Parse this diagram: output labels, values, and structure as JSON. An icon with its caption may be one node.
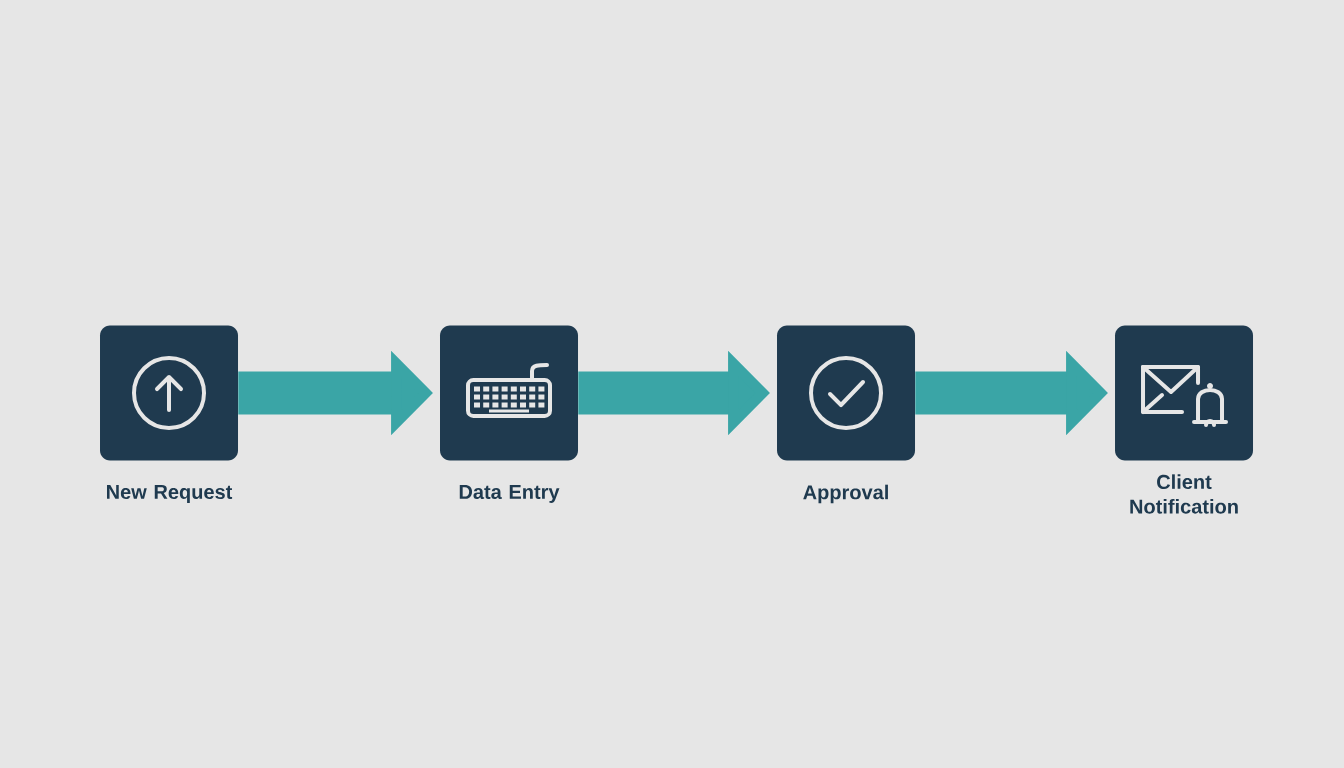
{
  "diagram": {
    "nodes": [
      {
        "text": [
          "New Request"
        ]
      },
      {
        "text": [
          "Data Entry"
        ]
      },
      {
        "text": [
          "Approval"
        ]
      },
      {
        "text": [
          "Client Notification"
        ]
      }
    ],
    "edges": [
      {
        "from": 0,
        "to": 1,
        "arrow": "to"
      },
      {
        "from": 1,
        "to": 2,
        "arrow": "to"
      },
      {
        "from": 2,
        "to": 3,
        "arrow": "to"
      }
    ]
  }
}
